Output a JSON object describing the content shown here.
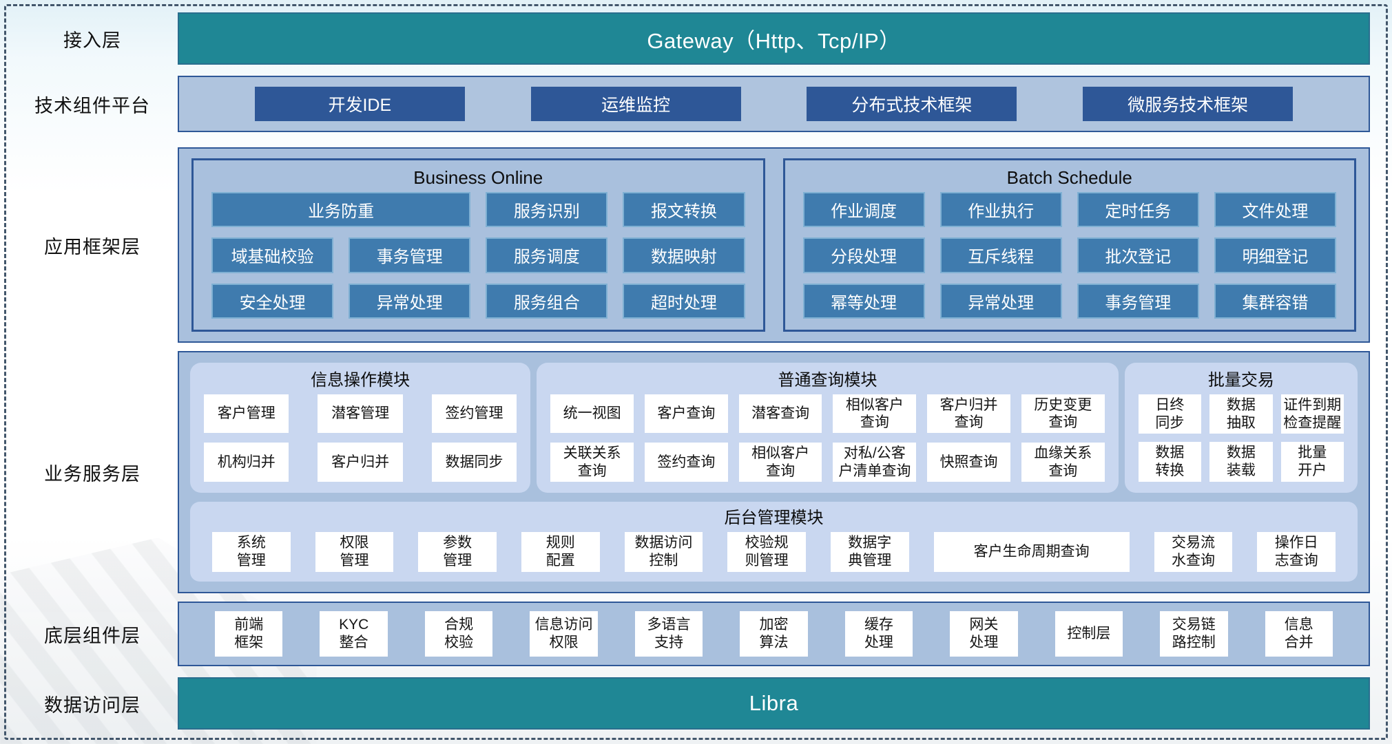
{
  "colors": {
    "teal_bar": "#1F8795",
    "navy_button": "#2E5797",
    "band_blue": "#A9C0DD",
    "panel_border": "#2E5797",
    "mid_blue_button": "#3F7BAE",
    "mid_blue_border": "#7FB0D3",
    "subpanel_blue": "#C9D7F0",
    "white_box": "#FFFFFF"
  },
  "layers": {
    "access": {
      "label": "接入层",
      "bar": "Gateway（Http、Tcp/IP）"
    },
    "tech": {
      "label": "技术组件平台",
      "buttons": [
        "开发IDE",
        "运维监控",
        "分布式技术框架",
        "微服务技术框架"
      ]
    },
    "appframe": {
      "label": "应用框架层",
      "online": {
        "title": "Business Online",
        "items": [
          {
            "t": "业务防重",
            "span": 2
          },
          "服务识别",
          "报文转换",
          "域基础校验",
          "事务管理",
          "服务调度",
          "数据映射",
          "安全处理",
          "异常处理",
          "服务组合",
          "超时处理"
        ]
      },
      "batch": {
        "title": "Batch Schedule",
        "items": [
          "作业调度",
          "作业执行",
          "定时任务",
          "文件处理",
          "分段处理",
          "互斥线程",
          "批次登记",
          "明细登记",
          "幂等处理",
          "异常处理",
          "事务管理",
          "集群容错"
        ]
      }
    },
    "bizserv": {
      "label": "业务服务层",
      "info": {
        "title": "信息操作模块",
        "items": [
          "客户管理",
          "潜客管理",
          "签约管理",
          "机构归并",
          "客户归并",
          "数据同步"
        ]
      },
      "query": {
        "title": "普通查询模块",
        "items": [
          "统一视图",
          "客户查询",
          "潜客查询",
          "相似客户\n查询",
          "客户归并\n查询",
          "历史变更\n查询",
          "关联关系\n查询",
          "签约查询",
          "相似客户\n查询",
          "对私/公客\n户清单查询",
          "快照查询",
          "血缘关系\n查询"
        ]
      },
      "bulk": {
        "title": "批量交易",
        "items": [
          "日终\n同步",
          "数据\n抽取",
          "证件到期\n检查提醒",
          "数据\n转换",
          "数据\n装载",
          "批量\n开户"
        ]
      },
      "admin": {
        "title": "后台管理模块",
        "items": [
          "系统\n管理",
          "权限\n管理",
          "参数\n管理",
          "规则\n配置",
          "数据访问\n控制",
          "校验规\n则管理",
          "数据字\n典管理",
          {
            "t": "客户生命周期查询",
            "w": 2.5
          },
          "交易流\n水查询",
          "操作日\n志查询"
        ]
      }
    },
    "bottom": {
      "label": "底层组件层",
      "items": [
        "前端\n框架",
        "KYC\n整合",
        "合规\n校验",
        "信息访问\n权限",
        "多语言\n支持",
        "加密\n算法",
        "缓存\n处理",
        "网关\n处理",
        "控制层",
        "交易链\n路控制",
        "信息\n合并"
      ]
    },
    "data": {
      "label": "数据访问层",
      "bar": "Libra"
    }
  }
}
